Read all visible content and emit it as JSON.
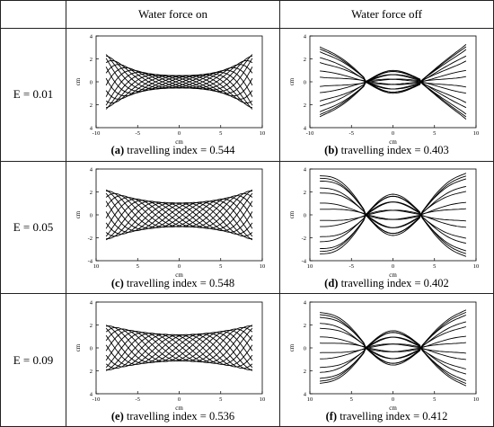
{
  "header": {
    "col1": "Water force on",
    "col2": "Water force off"
  },
  "rows": [
    {
      "label": "E = 0.01"
    },
    {
      "label": "E = 0.05"
    },
    {
      "label": "E = 0.09"
    }
  ],
  "axis_labels": {
    "y": "cm",
    "x": "cm"
  },
  "chart_data": [
    {
      "type": "line",
      "panel": "a",
      "caption_letter": "(a)",
      "caption_text": " travelling index = 0.544",
      "xlim": [
        -10,
        10
      ],
      "ylim": [
        -4,
        4
      ],
      "xticks": [
        "-10",
        "-5",
        "0",
        "5",
        "10"
      ],
      "yticks": [
        "4",
        "2",
        "0",
        "2",
        "4"
      ],
      "xlabel": "cm",
      "ylabel": "cm"
    },
    {
      "type": "line",
      "panel": "b",
      "caption_letter": "(b)",
      "caption_text": " travelling index = 0.403",
      "xlim": [
        -10,
        10
      ],
      "ylim": [
        -4,
        4
      ],
      "xticks": [
        "-10",
        "-5",
        "0",
        "5",
        "10"
      ],
      "yticks": [
        "4",
        "2",
        "0",
        "2",
        "4"
      ],
      "xlabel": "cm",
      "ylabel": "cm"
    },
    {
      "type": "line",
      "panel": "c",
      "caption_letter": "(c)",
      "caption_text": " travelling index = 0.548",
      "xlim": [
        -10,
        10
      ],
      "ylim": [
        -4,
        4
      ],
      "xticks": [
        "10",
        "5",
        "0",
        "5",
        "10"
      ],
      "yticks": [
        "4",
        "2",
        "0",
        "-2",
        "-4"
      ],
      "xlabel": "cm",
      "ylabel": "cm"
    },
    {
      "type": "line",
      "panel": "d",
      "caption_letter": "(d)",
      "caption_text": " travelling index = 0.402",
      "xlim": [
        -10,
        10
      ],
      "ylim": [
        -4,
        4
      ],
      "xticks": [
        "10",
        "-5",
        "0",
        "5",
        "10"
      ],
      "yticks": [
        "4",
        "2",
        "0",
        "-2",
        "-4"
      ],
      "xlabel": "cm",
      "ylabel": "cm"
    },
    {
      "type": "line",
      "panel": "e",
      "caption_letter": "(e)",
      "caption_text": " travelling index = 0.536",
      "xlim": [
        -10,
        10
      ],
      "ylim": [
        -4,
        4
      ],
      "xticks": [
        "-10",
        "-5",
        "0",
        "5",
        "10"
      ],
      "yticks": [
        "4",
        "2",
        "0",
        "2",
        "4"
      ],
      "xlabel": "cm",
      "ylabel": "cm"
    },
    {
      "type": "line",
      "panel": "f",
      "caption_letter": "(f)",
      "caption_text": " travelling index = 0.412",
      "xlim": [
        -10,
        10
      ],
      "ylim": [
        -4,
        4
      ],
      "xticks": [
        "10",
        "5",
        "0",
        "5",
        "10"
      ],
      "yticks": [
        "4",
        "2",
        "0",
        "2",
        "4"
      ],
      "xlabel": "cm",
      "ylabel": "cm"
    }
  ]
}
